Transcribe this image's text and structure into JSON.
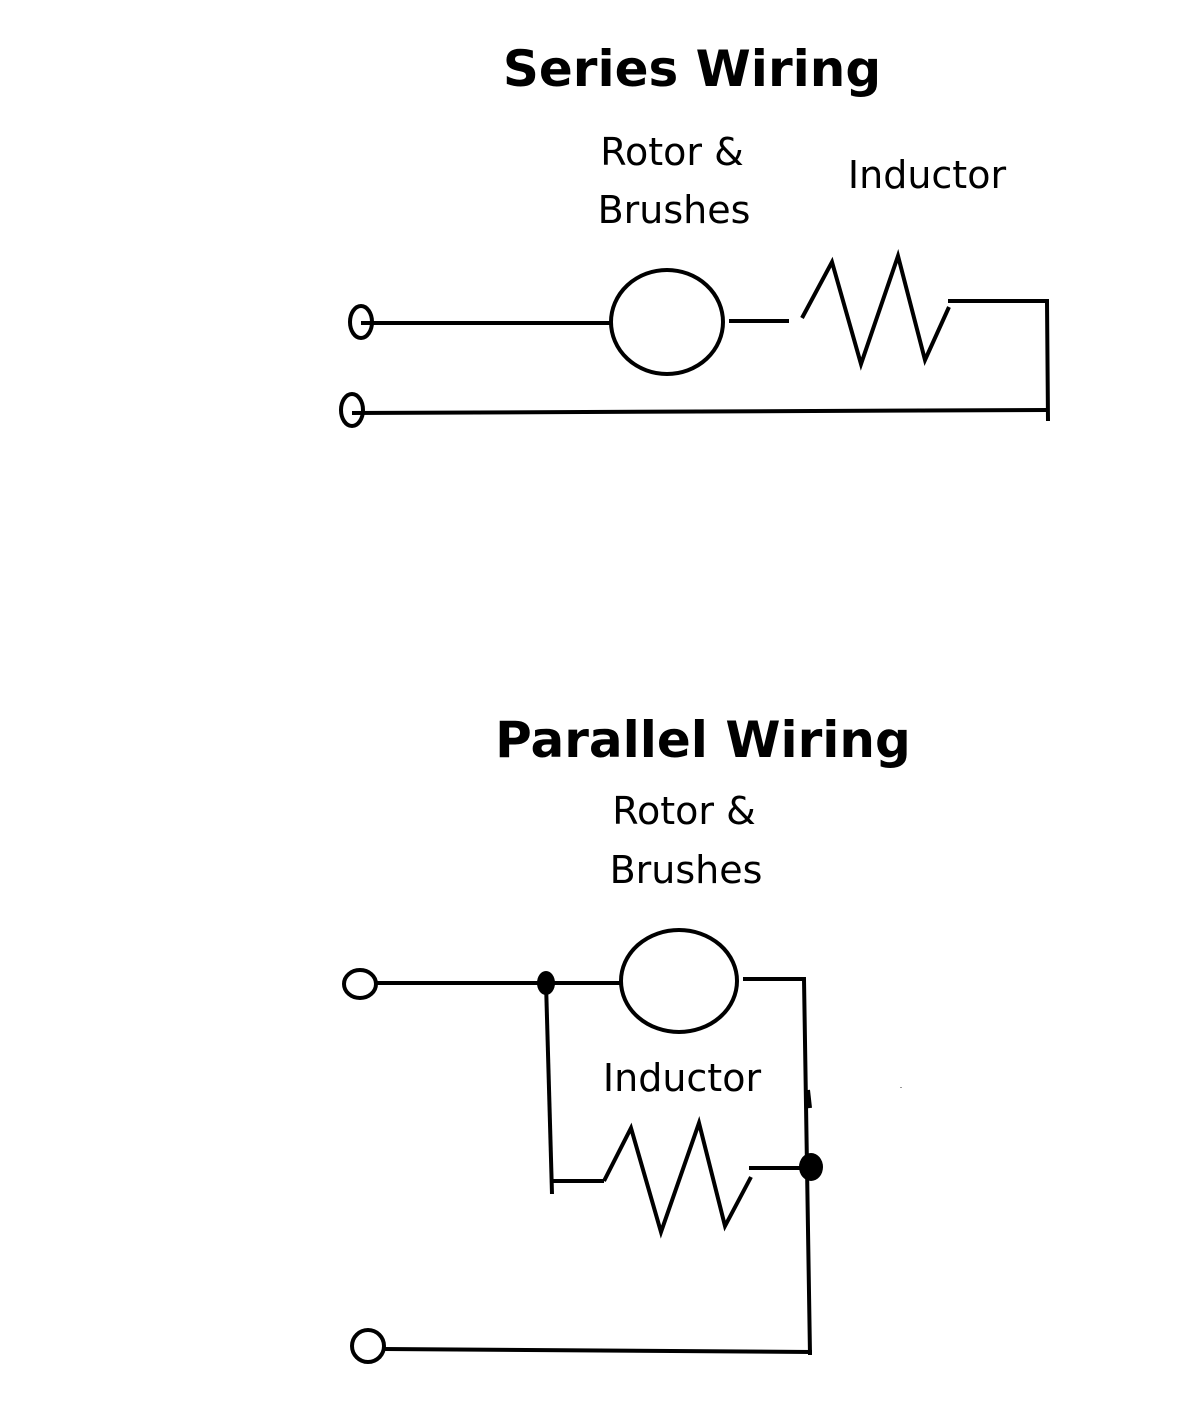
{
  "series": {
    "title": "Series Wiring",
    "rotor_label_line1": "Rotor &",
    "rotor_label_line2": "Brushes",
    "inductor_label": "Inductor"
  },
  "parallel": {
    "title": "Parallel Wiring",
    "rotor_label_line1": "Rotor &",
    "rotor_label_line2": "Brushes",
    "inductor_label": "Inductor"
  },
  "colors": {
    "line": "#000000",
    "background": "#ffffff"
  }
}
